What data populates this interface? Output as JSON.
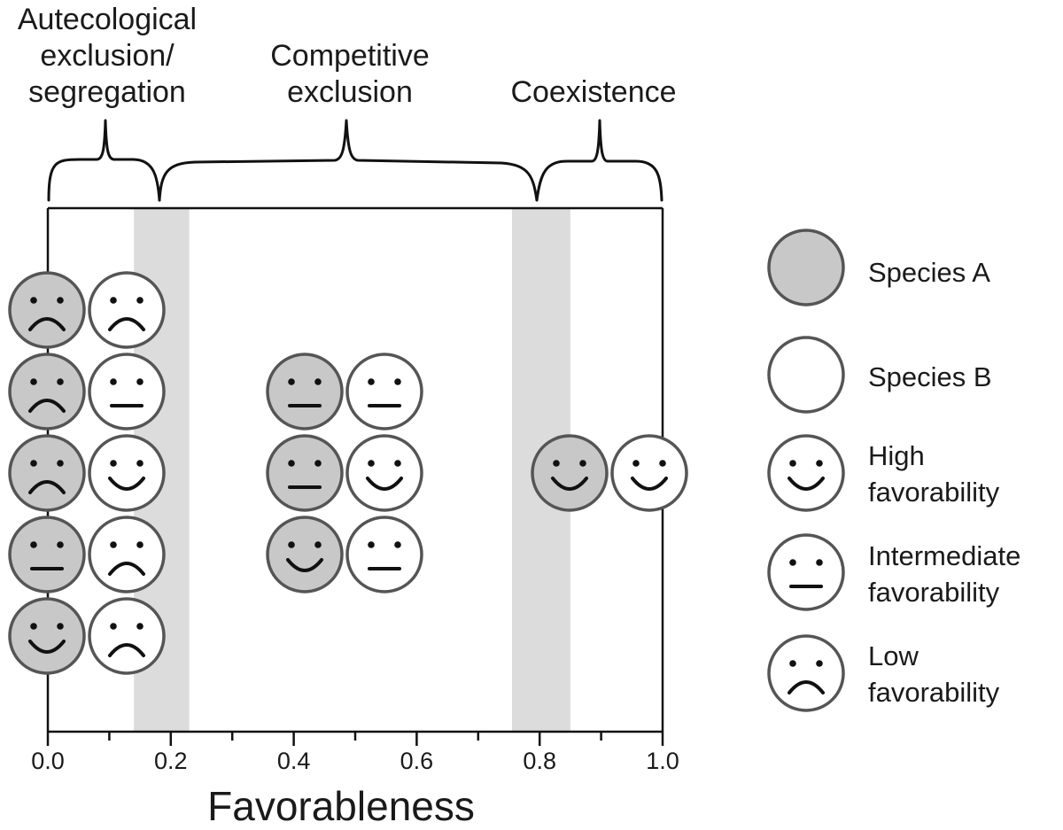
{
  "regions": [
    {
      "lines": [
        "Autecological",
        "exclusion/",
        "segregation"
      ]
    },
    {
      "lines": [
        "Competitive",
        "exclusion"
      ]
    },
    {
      "lines": [
        "Coexistence"
      ]
    }
  ],
  "axis": {
    "title": "Favorableness",
    "ticks": [
      "0.0",
      "0.2",
      "0.4",
      "0.6",
      "0.8",
      "1.0"
    ],
    "range": [
      0,
      1
    ]
  },
  "bands": [
    {
      "from": 0.14,
      "to": 0.23
    },
    {
      "from": 0.755,
      "to": 0.85
    }
  ],
  "groups": [
    {
      "position": 0.0,
      "rows": [
        [
          "low",
          "low"
        ],
        [
          "low",
          "intermediate"
        ],
        [
          "low",
          "high"
        ],
        [
          "intermediate",
          "low"
        ],
        [
          "high",
          "low"
        ]
      ]
    },
    {
      "position": 0.43,
      "rows": [
        [
          "intermediate",
          "intermediate"
        ],
        [
          "intermediate",
          "high"
        ],
        [
          "high",
          "intermediate"
        ]
      ]
    },
    {
      "position": 0.85,
      "rows": [
        [
          "high",
          "high"
        ]
      ]
    }
  ],
  "legend": {
    "species_a": "Species A",
    "species_b": "Species B",
    "high": [
      "High",
      "favorability"
    ],
    "intermediate": [
      "Intermediate",
      "favorability"
    ],
    "low": [
      "Low",
      "favorability"
    ]
  },
  "colors": {
    "species_a_fill": "#c8c8c8",
    "species_b_fill": "#ffffff",
    "circle_stroke": "#555555",
    "band": "#dcdcdc",
    "ink": "#111111"
  },
  "icons": {
    "high": "smile-face-icon",
    "intermediate": "neutral-face-icon",
    "low": "frown-face-icon"
  }
}
